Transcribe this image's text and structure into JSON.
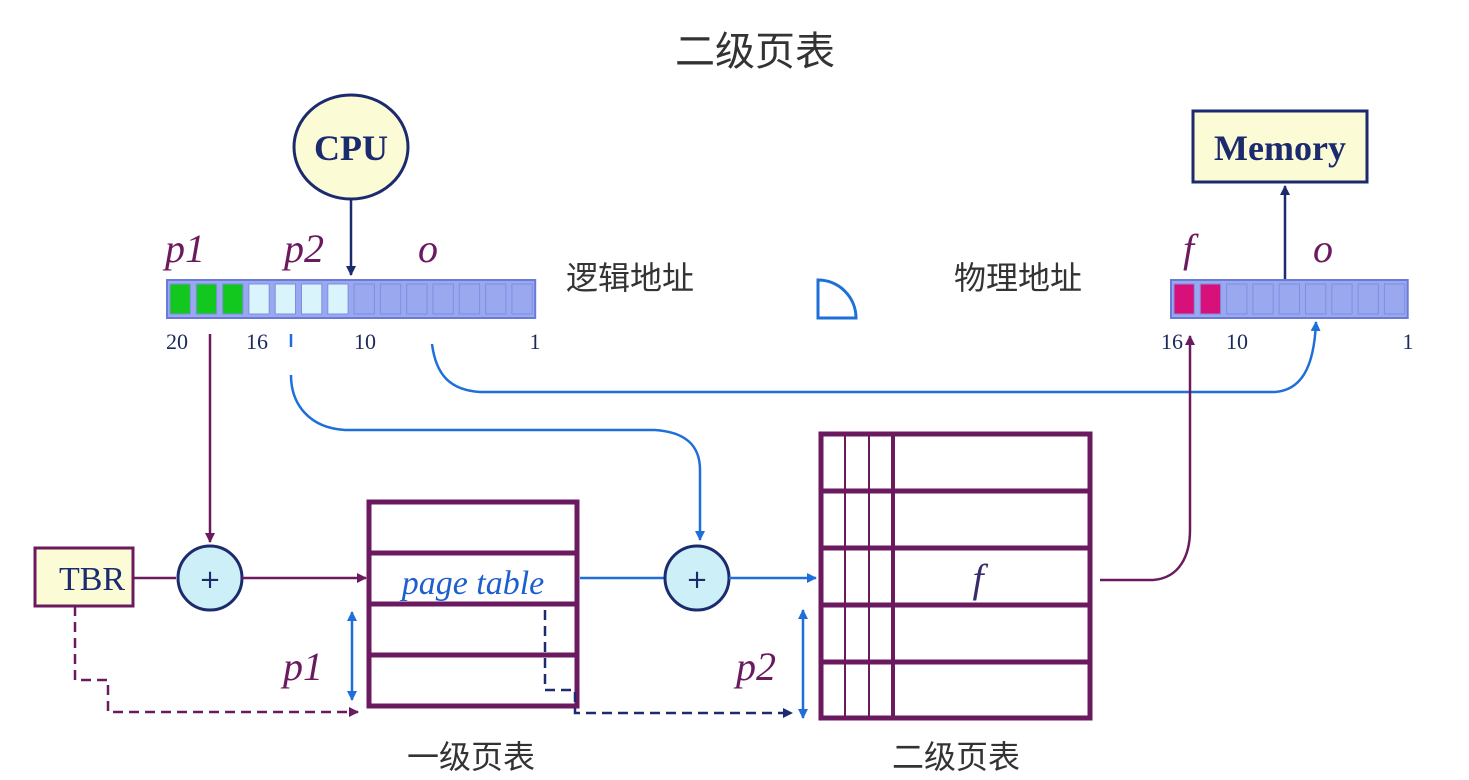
{
  "title": "二级页表",
  "cpu": {
    "label": "CPU"
  },
  "memory": {
    "label": "Memory"
  },
  "logical_address": {
    "label": "逻辑地址",
    "fields": {
      "p1": "p1",
      "p2": "p2",
      "o": "o"
    },
    "bit_labels": {
      "b20": "20",
      "b16": "16",
      "b10": "10",
      "b1": "1"
    }
  },
  "physical_address": {
    "label": "物理地址",
    "fields": {
      "f": "f",
      "o": "o"
    },
    "bit_labels": {
      "b16": "16",
      "b10": "10",
      "b1": "1"
    }
  },
  "ptbr": {
    "label": "TBR"
  },
  "adder": {
    "symbol": "+"
  },
  "first_level": {
    "caption": "一级页表",
    "entry_label": "page table",
    "offset_label": "p1"
  },
  "second_level": {
    "caption": "二级页表",
    "entry_label": "f",
    "offset_label": "p2"
  },
  "colors": {
    "purple": "#6b1a5f",
    "blue": "#1e6fd9",
    "navy": "#1c2a6e",
    "green": "#12c81e",
    "magenta": "#d8107a",
    "cell_light": "#d9f4fb",
    "cell_blue": "#9aa8f0",
    "yellow": "#fbfbd6",
    "adder_fill": "#cdeff8"
  }
}
